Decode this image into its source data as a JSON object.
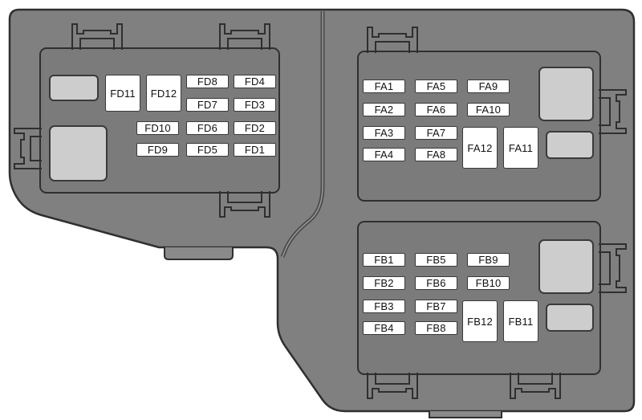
{
  "colors": {
    "housing": "#808080",
    "panel": "#7b7b7b",
    "outline": "#2f2f2f",
    "fuse_fill": "#ffffff",
    "relay_fill": "#cdcdcd"
  },
  "fuse_box_d": {
    "fuses": [
      "FD11",
      "FD12",
      "FD8",
      "FD4",
      "FD7",
      "FD3",
      "FD10",
      "FD6",
      "FD2",
      "FD9",
      "FD5",
      "FD1"
    ]
  },
  "fuse_box_a": {
    "fuses": [
      "FA1",
      "FA5",
      "FA9",
      "FA2",
      "FA6",
      "FA10",
      "FA3",
      "FA7",
      "FA4",
      "FA8",
      "FA12",
      "FA11"
    ]
  },
  "fuse_box_b": {
    "fuses": [
      "FB1",
      "FB5",
      "FB9",
      "FB2",
      "FB6",
      "FB10",
      "FB3",
      "FB7",
      "FB4",
      "FB8",
      "FB12",
      "FB11"
    ]
  }
}
